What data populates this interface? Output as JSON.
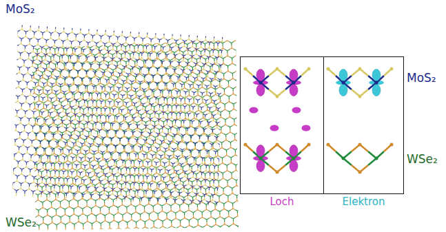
{
  "diagram": {
    "nodes": [
      {
        "text": [
          "Loch"
        ]
      },
      {
        "text": [
          "Elektron"
        ]
      }
    ],
    "labels": [
      "MoS₂",
      "WSe₂",
      "MoS₂",
      "WSe₂"
    ]
  }
}
